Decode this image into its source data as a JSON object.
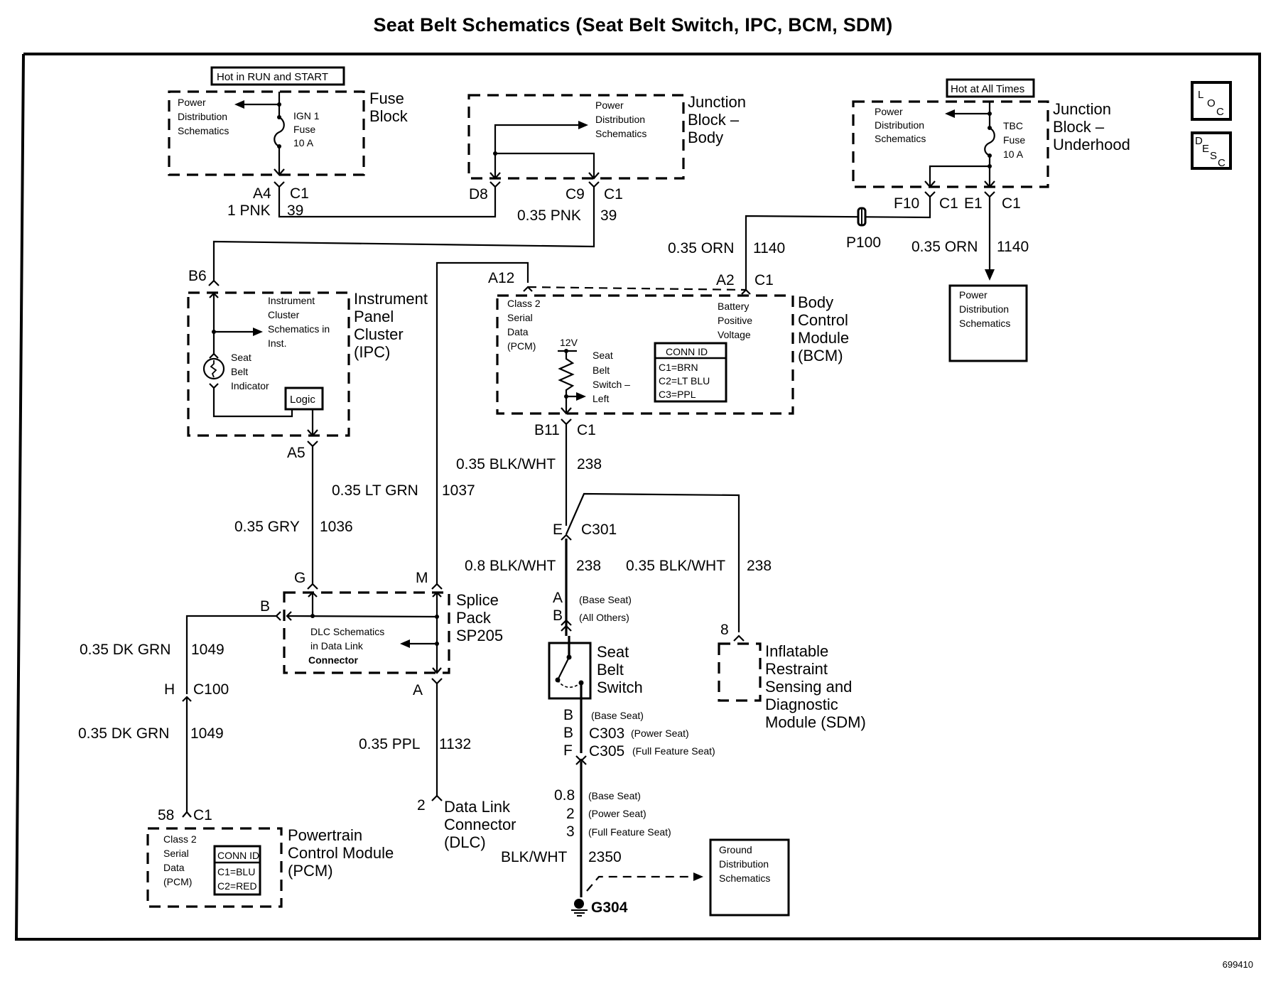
{
  "title": "Seat Belt Schematics (Seat Belt Switch, IPC, BCM, SDM)",
  "figure_id": "699410",
  "corner_icons": {
    "loc": {
      "letters": [
        "L",
        "O",
        "C"
      ]
    },
    "desc": {
      "letters": [
        "D",
        "E",
        "S",
        "C"
      ]
    }
  },
  "fuse_block": {
    "hot_label": "Hot in RUN and START",
    "name": [
      "Fuse",
      "Block"
    ],
    "pd_text": [
      "Power",
      "Distribution",
      "Schematics"
    ],
    "fuse_text": [
      "IGN 1",
      "Fuse",
      "10 A"
    ],
    "pin": "A4",
    "connector": "C1",
    "wire_color": "1 PNK",
    "circuit": "39"
  },
  "junction_body": {
    "name": [
      "Junction",
      "Block –",
      "Body"
    ],
    "pd_text": [
      "Power",
      "Distribution",
      "Schematics"
    ],
    "pin_left": "D8",
    "pin_right": "C9",
    "connector": "C1",
    "wire_color": "0.35 PNK",
    "circuit": "39"
  },
  "junction_underhood": {
    "hot_label": "Hot at All Times",
    "name": [
      "Junction",
      "Block –",
      "Underhood"
    ],
    "pd_text": [
      "Power",
      "Distribution",
      "Schematics"
    ],
    "fuse_text": [
      "TBC",
      "Fuse",
      "10 A"
    ],
    "pin_left": "F10",
    "connector_left": "C1",
    "pin_right": "E1",
    "connector_right": "C1"
  },
  "p100": {
    "label": "P100"
  },
  "orn_wire_left": {
    "color": "0.35 ORN",
    "circuit": "1140"
  },
  "orn_wire_right": {
    "color": "0.35 ORN",
    "circuit": "1140"
  },
  "pd_box_right": {
    "text": [
      "Power",
      "Distribution",
      "Schematics"
    ]
  },
  "ipc": {
    "pin_top": "B6",
    "pin_bottom": "A5",
    "name": [
      "Instrument",
      "Panel",
      "Cluster",
      "(IPC)"
    ],
    "inner_text": [
      "Instrument",
      "Cluster",
      "Schematics in",
      "Inst."
    ],
    "indicator_text": [
      "Seat",
      "Belt",
      "Indicator"
    ],
    "logic": "Logic"
  },
  "bcm": {
    "pin_a12": "A12",
    "pin_a2": "A2",
    "connector_a2": "C1",
    "pin_b11": "B11",
    "connector_b11": "C1",
    "name": [
      "Body",
      "Control",
      "Module",
      "(BCM)"
    ],
    "class2_text": [
      "Class 2",
      "Serial",
      "Data",
      "(PCM)"
    ],
    "battery_text": [
      "Battery",
      "Positive",
      "Voltage"
    ],
    "voltage": "12V",
    "switch_text": [
      "Seat",
      "Belt",
      "Switch –",
      "Left"
    ],
    "conn_id_title": "CONN ID",
    "conn_ids": [
      "C1=BRN",
      "C2=LT BLU",
      "C3=PPL"
    ]
  },
  "wires": {
    "blkwht_bcm": {
      "color": "0.35 BLK/WHT",
      "circuit": "238"
    },
    "ltgrn": {
      "color": "0.35 LT GRN",
      "circuit": "1037"
    },
    "gry": {
      "color": "0.35 GRY",
      "circuit": "1036"
    },
    "blkwht_08": {
      "color": "0.8 BLK/WHT",
      "circuit": "238"
    },
    "blkwht_sdm": {
      "color": "0.35 BLK/WHT",
      "circuit": "238"
    },
    "dkgrn_upper": {
      "color": "0.35 DK GRN",
      "circuit": "1049"
    },
    "dkgrn_lower": {
      "color": "0.35 DK GRN",
      "circuit": "1049"
    },
    "ppl": {
      "color": "0.35 PPL",
      "circuit": "1132"
    },
    "ground": {
      "color": "BLK/WHT",
      "circuit": "2350"
    }
  },
  "c301": {
    "pin": "E",
    "connector": "C301"
  },
  "c100": {
    "pin": "H",
    "connector": "C100"
  },
  "splice": {
    "pin_g": "G",
    "pin_m": "M",
    "pin_b": "B",
    "pin_a": "A",
    "name": [
      "Splice",
      "Pack",
      "SP205"
    ],
    "inner_text": [
      "DLC Schematics",
      "in Data Link",
      "Connector"
    ]
  },
  "seat_switch_conn_top": {
    "pins": [
      "A",
      "B"
    ],
    "notes": [
      "(Base Seat)",
      "(All Others)"
    ]
  },
  "seat_switch": {
    "name": [
      "Seat",
      "Belt",
      "Switch"
    ]
  },
  "seat_switch_conn_bottom": {
    "pins": [
      "B",
      "B",
      "F"
    ],
    "connectors": [
      "",
      "C303",
      "C305"
    ],
    "notes": [
      "(Base Seat)",
      "(Power Seat)",
      "(Full Feature Seat)"
    ]
  },
  "ground_gauges": {
    "sizes": [
      "0.8",
      "2",
      "3"
    ],
    "notes": [
      "(Base Seat)",
      "(Power Seat)",
      "(Full Feature Seat)"
    ]
  },
  "ground": {
    "label": "G304"
  },
  "ground_box": {
    "text": [
      "Ground",
      "Distribution",
      "Schematics"
    ]
  },
  "sdm": {
    "pin": "8",
    "name": [
      "Inflatable",
      "Restraint",
      "Sensing and",
      "Diagnostic",
      "Module (SDM)"
    ]
  },
  "dlc": {
    "pin": "2",
    "name": [
      "Data Link",
      "Connector",
      "(DLC)"
    ]
  },
  "pcm": {
    "pin": "58",
    "connector": "C1",
    "name": [
      "Powertrain",
      "Control Module",
      "(PCM)"
    ],
    "class2_text": [
      "Class 2",
      "Serial",
      "Data",
      "(PCM)"
    ],
    "conn_id_title": "CONN ID",
    "conn_ids": [
      "C1=BLU",
      "C2=RED"
    ]
  }
}
